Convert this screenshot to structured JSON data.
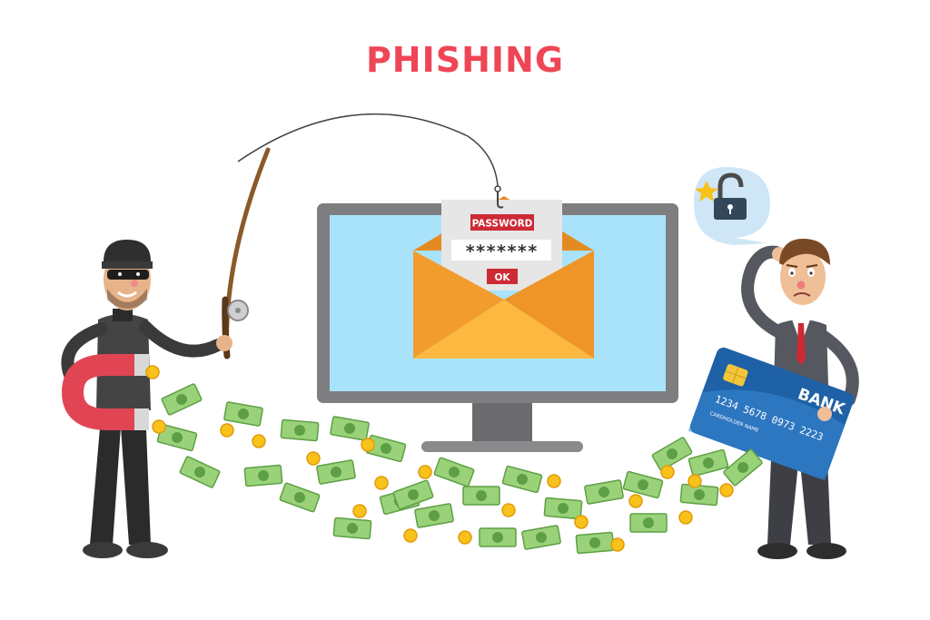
{
  "title": "PHISHING",
  "login_card": {
    "password_label": "PASSWORD",
    "password_value": "*******",
    "ok_label": "OK"
  },
  "credit_card": {
    "bank_text": "BANK",
    "number": "1234 5678 0973 2223",
    "holder_label": "CARDHOLDER NAME"
  },
  "colors": {
    "title": "#ef4656",
    "label_red": "#cc2a35",
    "screen_blue": "#a9e3fb",
    "monitor_gray": "#7e7e80",
    "envelope_orange": "#f39c2e",
    "card_blue": "#1e61a6",
    "money_green": "#9ad27a",
    "coin_yellow": "#f8c21b"
  },
  "icons": [
    "fishing-rod-icon",
    "magnet-icon",
    "envelope-icon",
    "unlocked-padlock-icon",
    "credit-card-chip-icon",
    "banknote-icon",
    "coin-icon"
  ]
}
